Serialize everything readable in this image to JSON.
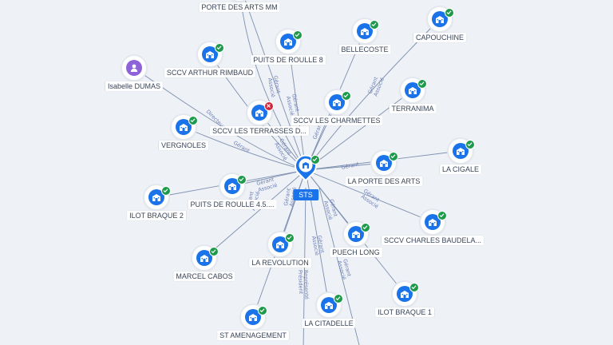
{
  "center": {
    "label": "STS",
    "icon": "building-icon",
    "status": "active"
  },
  "nodes": [
    {
      "id": "porte-arts-mm",
      "label": "PORTE DES ARTS MM",
      "type": "company",
      "status": "none"
    },
    {
      "id": "puits-roulle-8",
      "label": "PUITS DE ROULLE 8",
      "type": "company",
      "status": "active"
    },
    {
      "id": "bellecoste",
      "label": "BELLECOSTE",
      "type": "company",
      "status": "active"
    },
    {
      "id": "capouchine",
      "label": "CAPOUCHINE",
      "type": "company",
      "status": "active"
    },
    {
      "id": "sccv-arthur-rimbaud",
      "label": "SCCV ARTHUR RIMBAUD",
      "type": "company",
      "status": "active"
    },
    {
      "id": "isabelle-dumas",
      "label": "Isabelle DUMAS",
      "type": "person",
      "status": "none"
    },
    {
      "id": "terranima",
      "label": "TERRANIMA",
      "type": "company",
      "status": "active"
    },
    {
      "id": "sccv-terrasses",
      "label": "SCCV LES TERRASSES D...",
      "type": "company",
      "status": "closed"
    },
    {
      "id": "sccv-charmettes",
      "label": "SCCV LES CHARMETTES",
      "type": "company",
      "status": "active"
    },
    {
      "id": "vergnoles",
      "label": "VERGNOLES",
      "type": "company",
      "status": "active"
    },
    {
      "id": "la-cigale",
      "label": "LA CIGALE",
      "type": "company",
      "status": "active"
    },
    {
      "id": "la-porte-arts",
      "label": "LA PORTE DES ARTS",
      "type": "company",
      "status": "active"
    },
    {
      "id": "puits-roulle-45",
      "label": "PUITS DE ROULLE 4.5....",
      "type": "company",
      "status": "active"
    },
    {
      "id": "ilot-braque-2",
      "label": "ILOT BRAQUE 2",
      "type": "company",
      "status": "active"
    },
    {
      "id": "sccv-charles-baudelaire",
      "label": "SCCV CHARLES BAUDELA...",
      "type": "company",
      "status": "active"
    },
    {
      "id": "la-revolution",
      "label": "LA REVOLUTION",
      "type": "company",
      "status": "active"
    },
    {
      "id": "puech-long",
      "label": "PUECH LONG",
      "type": "company",
      "status": "active"
    },
    {
      "id": "marcel-cabos",
      "label": "MARCEL CABOS",
      "type": "company",
      "status": "active"
    },
    {
      "id": "ilot-braque-1",
      "label": "ILOT BRAQUE 1",
      "type": "company",
      "status": "active"
    },
    {
      "id": "la-citadelle",
      "label": "LA CITADELLE",
      "type": "company",
      "status": "active"
    },
    {
      "id": "st-amenagement",
      "label": "ST AMENAGEMENT",
      "type": "company",
      "status": "active"
    }
  ],
  "edge_labels": {
    "gerant": "Gérant",
    "associe": "Associé",
    "directeur": "Directeur",
    "president": "Président",
    "represente": "Représenté"
  },
  "colors": {
    "company": "#1a73e8",
    "person": "#8e63d9",
    "active": "#1e9a4b",
    "closed": "#d0253b",
    "edge": "#7d8fb0",
    "edge_label": "#6b7fb8"
  }
}
